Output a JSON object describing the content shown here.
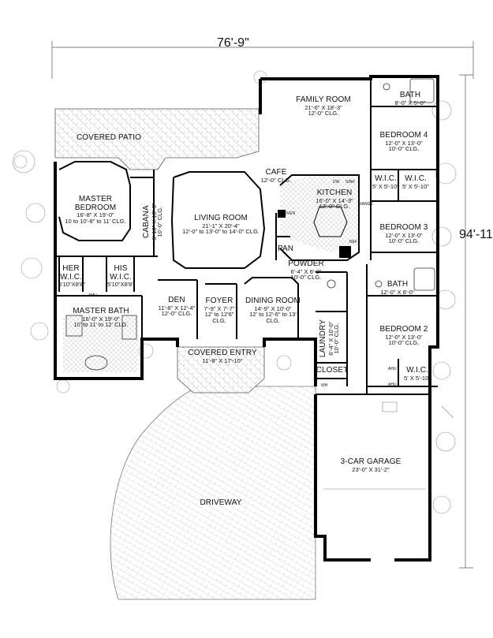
{
  "dimensions": {
    "width": "76'-9\"",
    "depth": "94'-11\""
  },
  "rooms": {
    "family_room": {
      "name": "FAMILY ROOM",
      "dim1": "21'-6\" X 18'-3\"",
      "dim2": "12'-0\" CLG."
    },
    "bath_top": {
      "name": "BATH",
      "dim1": "8'-0\" X 5'-0\""
    },
    "bedroom4": {
      "name": "BEDROOM 4",
      "dim1": "12'-0\" X 13'-0\"",
      "dim2": "10'-0\" CLG."
    },
    "covered_patio": {
      "name": "COVERED PATIO"
    },
    "cafe": {
      "name": "CAFE",
      "dim1": "12'-0\" CLG."
    },
    "wic_a": {
      "name": "W.I.C.",
      "dim1": "5' X 5'-10\""
    },
    "wic_b": {
      "name": "W.I.C.",
      "dim1": "5' X 5'-10\""
    },
    "master_bedroom": {
      "name": "MASTER BEDROOM",
      "dim1": "16'-8\" X 19'-0\"",
      "dim2": "10 to 10'-8\" to 11' CLG."
    },
    "cabana": {
      "name": "CABANA",
      "dim1": "6'-10\" X 13'-3\"",
      "dim2": "10'-0\" CLG."
    },
    "living_room": {
      "name": "LIVING ROOM",
      "dim1": "21'-1\" X 20'-4\"",
      "dim2": "12'-0\" to 13'-0\" to 14'-0\" CLG."
    },
    "kitchen": {
      "name": "KITCHEN",
      "dim1": "16'-0\" X 14'-3\"",
      "dim2": "12'-0\" CLG."
    },
    "bedroom3": {
      "name": "BEDROOM 3",
      "dim1": "12'-0\" X 13'-0\"",
      "dim2": "10'-0\" CLG."
    },
    "pan": {
      "name": "PAN"
    },
    "powder": {
      "name": "POWDER",
      "dim1": "6'-4\" X 6'-0\"",
      "dim2": "10'-0\" CLG."
    },
    "her_wic": {
      "name": "HER",
      "name2": "W.I.C.",
      "dim1": "5'10\"X8'8\""
    },
    "his_wic": {
      "name": "HIS",
      "name2": "W.I.C.",
      "dim1": "5'10\"X8'8\""
    },
    "bath_mid": {
      "name": "BATH",
      "dim1": "12'-0\" X 8'-0\""
    },
    "master_bath": {
      "name": "MASTER BATH",
      "dim1": "16'-0\" X 19'-0\"",
      "dim2": "10' to 11' to 12' CLG."
    },
    "den": {
      "name": "DEN",
      "dim1": "11'-8\" X 12'-4\"",
      "dim2": "12'-0\" CLG."
    },
    "foyer": {
      "name": "FOYER",
      "dim1": "7'-9\" X 7'-7\"",
      "dim2": "12' to 12'6\" CLG."
    },
    "dining_room": {
      "name": "DINING ROOM",
      "dim1": "14'-9\" X 10'-0\"",
      "dim2": "12' to 12'-6\" to 13' CLG."
    },
    "laundry": {
      "name": "LAUNDRY",
      "dim1": "6'-4\" X 10'-0\"",
      "dim2": "10'-0\" CLG."
    },
    "bedroom2": {
      "name": "BEDROOM 2",
      "dim1": "12'-0\" X 13'-0\"",
      "dim2": "10'-0\" CLG."
    },
    "covered_entry": {
      "name": "COVERED ENTRY",
      "dim1": "11'-8\" X 17'-10\""
    },
    "closet": {
      "name": "CLOSET"
    },
    "wic_c": {
      "name": "W.I.C.",
      "dim1": "5' X 5'-10\""
    },
    "garage": {
      "name": "3-CAR GARAGE",
      "dim1": "23'-0\" X 31'-2\""
    },
    "driveway": {
      "name": "DRIVEWAY"
    }
  },
  "fixtures": {
    "dw": "DW",
    "sink": "SINK",
    "range": "RANGE",
    "oven": "OVEN",
    "ref": "REF",
    "wh": "WH",
    "ahu1": "AHU",
    "ahu2": "AHU",
    "ahu3": "AHU"
  }
}
